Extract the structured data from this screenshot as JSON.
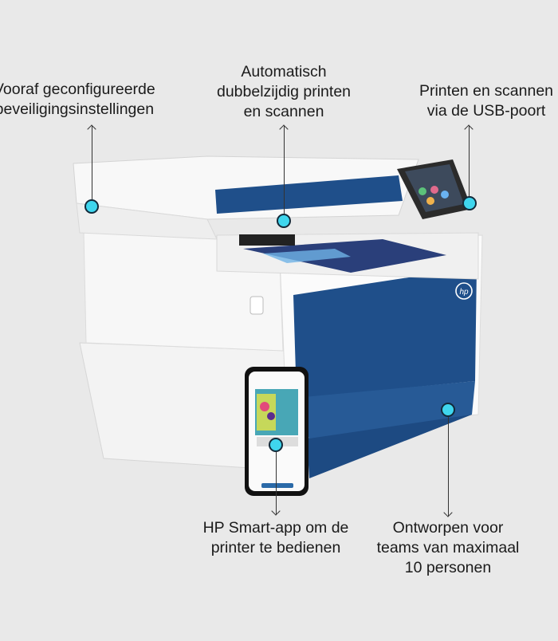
{
  "callouts": {
    "security": {
      "line1": "Vooraf geconfigureerde",
      "line2": "beveiligingsinstellingen"
    },
    "duplex": {
      "line1": "Automatisch",
      "line2": "dubbelzijdig printen",
      "line3": "en scannen"
    },
    "usb": {
      "line1": "Printen en scannen",
      "line2": "via de USB-poort"
    },
    "app": {
      "line1": "HP Smart-app om de",
      "line2": "printer te bedienen"
    },
    "teams": {
      "line1": "Ontworpen voor",
      "line2": "teams van maximaal",
      "line3": "10 personen"
    }
  },
  "brand": {
    "logo_text": "hp"
  },
  "colors": {
    "background": "#e9e9e9",
    "printer_blue": "#1f4f8a",
    "hotspot": "#3fd6ee"
  }
}
